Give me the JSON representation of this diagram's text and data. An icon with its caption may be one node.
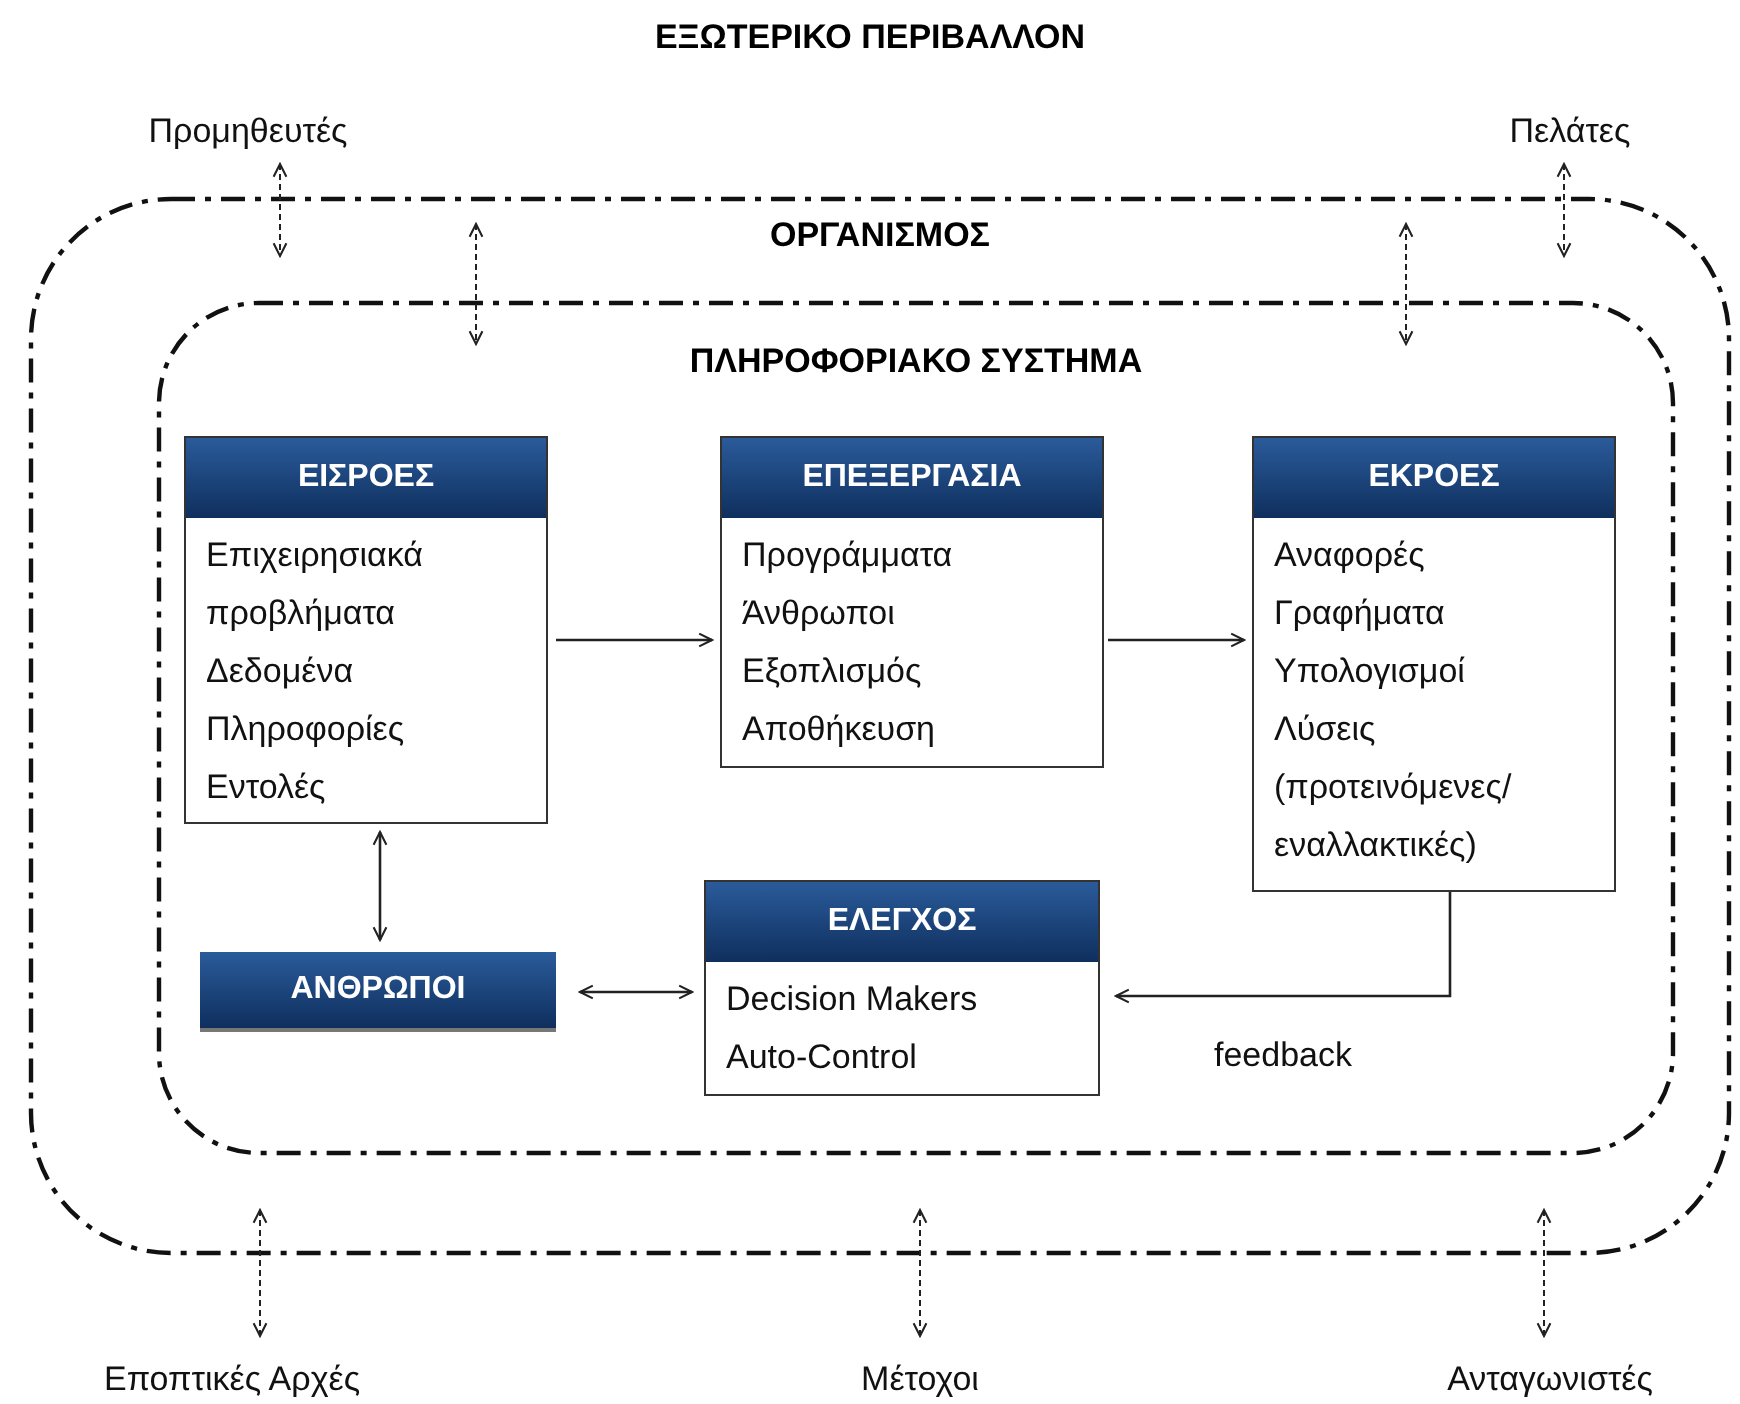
{
  "diagram": {
    "title": "ΕΞΩΤΕΡΙΚΟ ΠΕΡΙΒΑΛΛΟΝ",
    "nodes": [
      {
        "text": [
          "ΟΡΓΑΝΙΣΜΟΣ"
        ]
      },
      {
        "text": [
          "ΠΛΗΡΟΦΟΡΙΑΚΟ ΣΥΣΤΗΜΑ"
        ],
        "in": 0
      },
      {
        "text": [
          "ΕΙΣΡΟΕΣ",
          "Επιχειρησιακά προβλήματα",
          "Δεδομένα",
          "Πληροφορίες",
          "Εντολές"
        ],
        "in": 1
      },
      {
        "text": [
          "ΕΠΕΞΕΡΓΑΣΙΑ",
          "Προγράμματα",
          "Άνθρωποι",
          "Εξοπλισμός",
          "Αποθήκευση"
        ],
        "in": 1
      },
      {
        "text": [
          "ΕΚΡΟΕΣ",
          "Αναφορές",
          "Γραφήματα",
          "Υπολογισμοί",
          "Λύσεις (προτεινόμενες/ εναλλακτικές)"
        ],
        "in": 1
      },
      {
        "text": [
          "ΑΝΘΡΩΠΟΙ"
        ],
        "in": 1
      },
      {
        "text": [
          "ΕΛΕΓΧΟΣ",
          "Decision Makers",
          "Auto-Control"
        ],
        "in": 1
      },
      {
        "text": [
          "Προμηθευτές"
        ]
      },
      {
        "text": [
          "Πελάτες"
        ]
      },
      {
        "text": [
          "Εποπτικές Αρχές"
        ]
      },
      {
        "text": [
          "Μέτοχοι"
        ]
      },
      {
        "text": [
          "Ανταγωνιστές"
        ]
      }
    ],
    "edges": [
      {
        "from": 7,
        "to": 0,
        "arrow": "both",
        "style": "dashed"
      },
      {
        "from": 8,
        "to": 0,
        "arrow": "both",
        "style": "dashed"
      },
      {
        "from": 0,
        "to": 1,
        "arrow": "both",
        "style": "dashed"
      },
      {
        "from": 0,
        "to": 1,
        "arrow": "both",
        "style": "dashed"
      },
      {
        "from": 9,
        "to": 0,
        "arrow": "both",
        "style": "dashed"
      },
      {
        "from": 10,
        "to": 0,
        "arrow": "both",
        "style": "dashed"
      },
      {
        "from": 11,
        "to": 0,
        "arrow": "both",
        "style": "dashed"
      },
      {
        "from": 2,
        "to": 3,
        "arrow": "to"
      },
      {
        "from": 3,
        "to": 4,
        "arrow": "to"
      },
      {
        "from": 2,
        "to": 5,
        "arrow": "both"
      },
      {
        "from": 5,
        "to": 6,
        "arrow": "both"
      },
      {
        "from": 4,
        "to": 6,
        "arrow": "to",
        "label": "feedback"
      }
    ]
  }
}
